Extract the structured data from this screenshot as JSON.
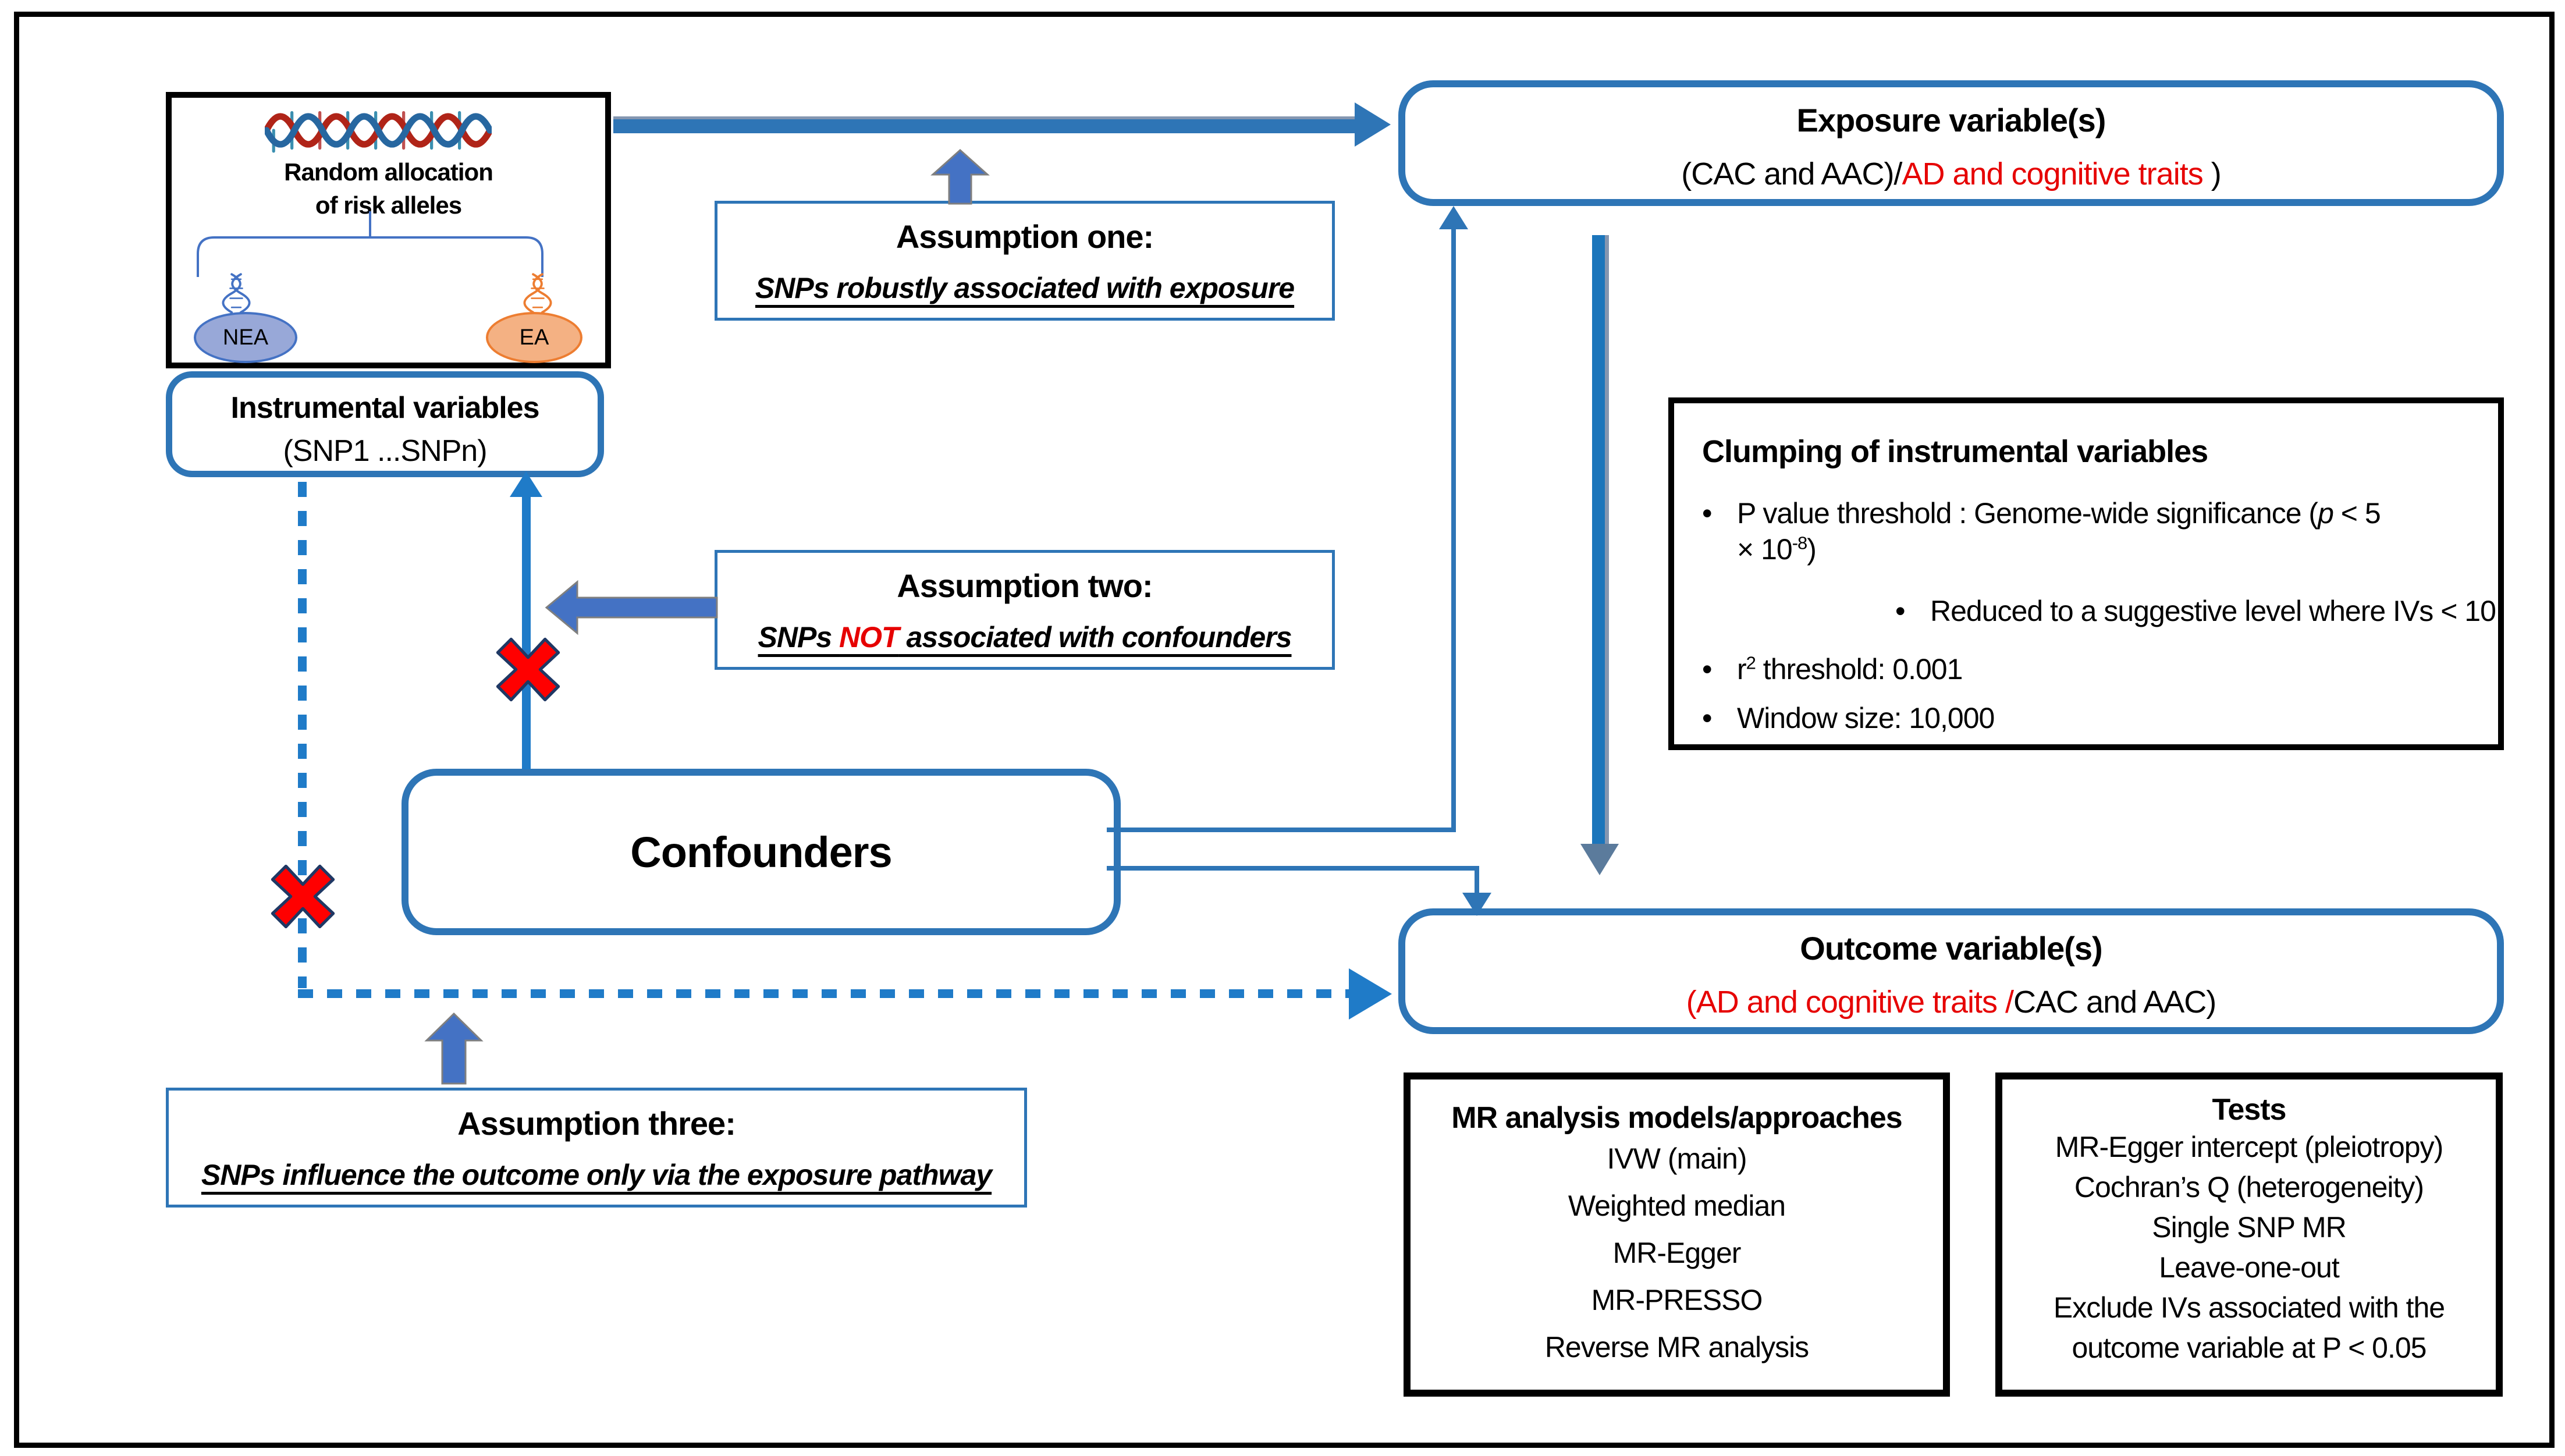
{
  "colors": {
    "box_border_blue": "#2E75B6",
    "bright_arrow_blue": "#1F7BC8",
    "block_arrow_blue": "#4472C4",
    "thick_arrow_blue": "#1B75BB",
    "red_text": "#E60000",
    "red_cross": "#FF0000",
    "nea_fill": "#98A8D8",
    "nea_border": "#4472C4",
    "ea_fill": "#F4B183",
    "ea_border": "#ED7D31"
  },
  "dna_box": {
    "caption_line1": "Random allocation",
    "caption_line2": "of risk alleles",
    "nea_label": "NEA",
    "ea_label": "EA"
  },
  "iv_box": {
    "title": "Instrumental variables",
    "subtitle": "(SNP1 ...SNPn)"
  },
  "assumption_one": {
    "title": "Assumption one:",
    "body": "SNPs robustly associated with exposure"
  },
  "assumption_two": {
    "title": "Assumption two:",
    "body_pre": "SNPs ",
    "body_not": "NOT",
    "body_post": " associated with confounders"
  },
  "assumption_three": {
    "title": "Assumption three:",
    "body": "SNPs influence the outcome only via the exposure pathway"
  },
  "exposure_box": {
    "title": "Exposure variable(s)",
    "sub_black1": "(CAC and AAC)/",
    "sub_red": "AD and cognitive traits",
    "sub_black2": " )"
  },
  "outcome_box": {
    "title": "Outcome variable(s)",
    "sub_red": "(AD and cognitive traits /",
    "sub_black": "CAC and AAC)"
  },
  "confounders_box": {
    "label": "Confounders"
  },
  "clumping_box": {
    "title": "Clumping of instrumental variables",
    "bullet1_pre": "P value threshold : Genome-wide significance (",
    "bullet1_p": "p",
    "bullet1_post": " < 5",
    "bullet1b_times": "×",
    "bullet1b_base": " 10",
    "bullet1b_sup": "-8",
    "bullet1b_close": ")",
    "bullet2": "Reduced to a suggestive level where IVs < 10",
    "bullet3_r": "r",
    "bullet3_sup": "2",
    "bullet3_post": " threshold: 0.001",
    "bullet4": "Window size: 10,000"
  },
  "mr_box": {
    "title": "MR analysis models/approaches",
    "items": [
      "IVW (main)",
      "Weighted median",
      "MR-Egger",
      "MR-PRESSO",
      "Reverse MR analysis"
    ]
  },
  "tests_box": {
    "title": "Tests",
    "items": [
      "MR-Egger intercept (pleiotropy)",
      "Cochran’s Q (heterogeneity)",
      "Single SNP MR",
      "Leave-one-out",
      "Exclude IVs associated with the outcome variable at P < 0.05"
    ]
  }
}
